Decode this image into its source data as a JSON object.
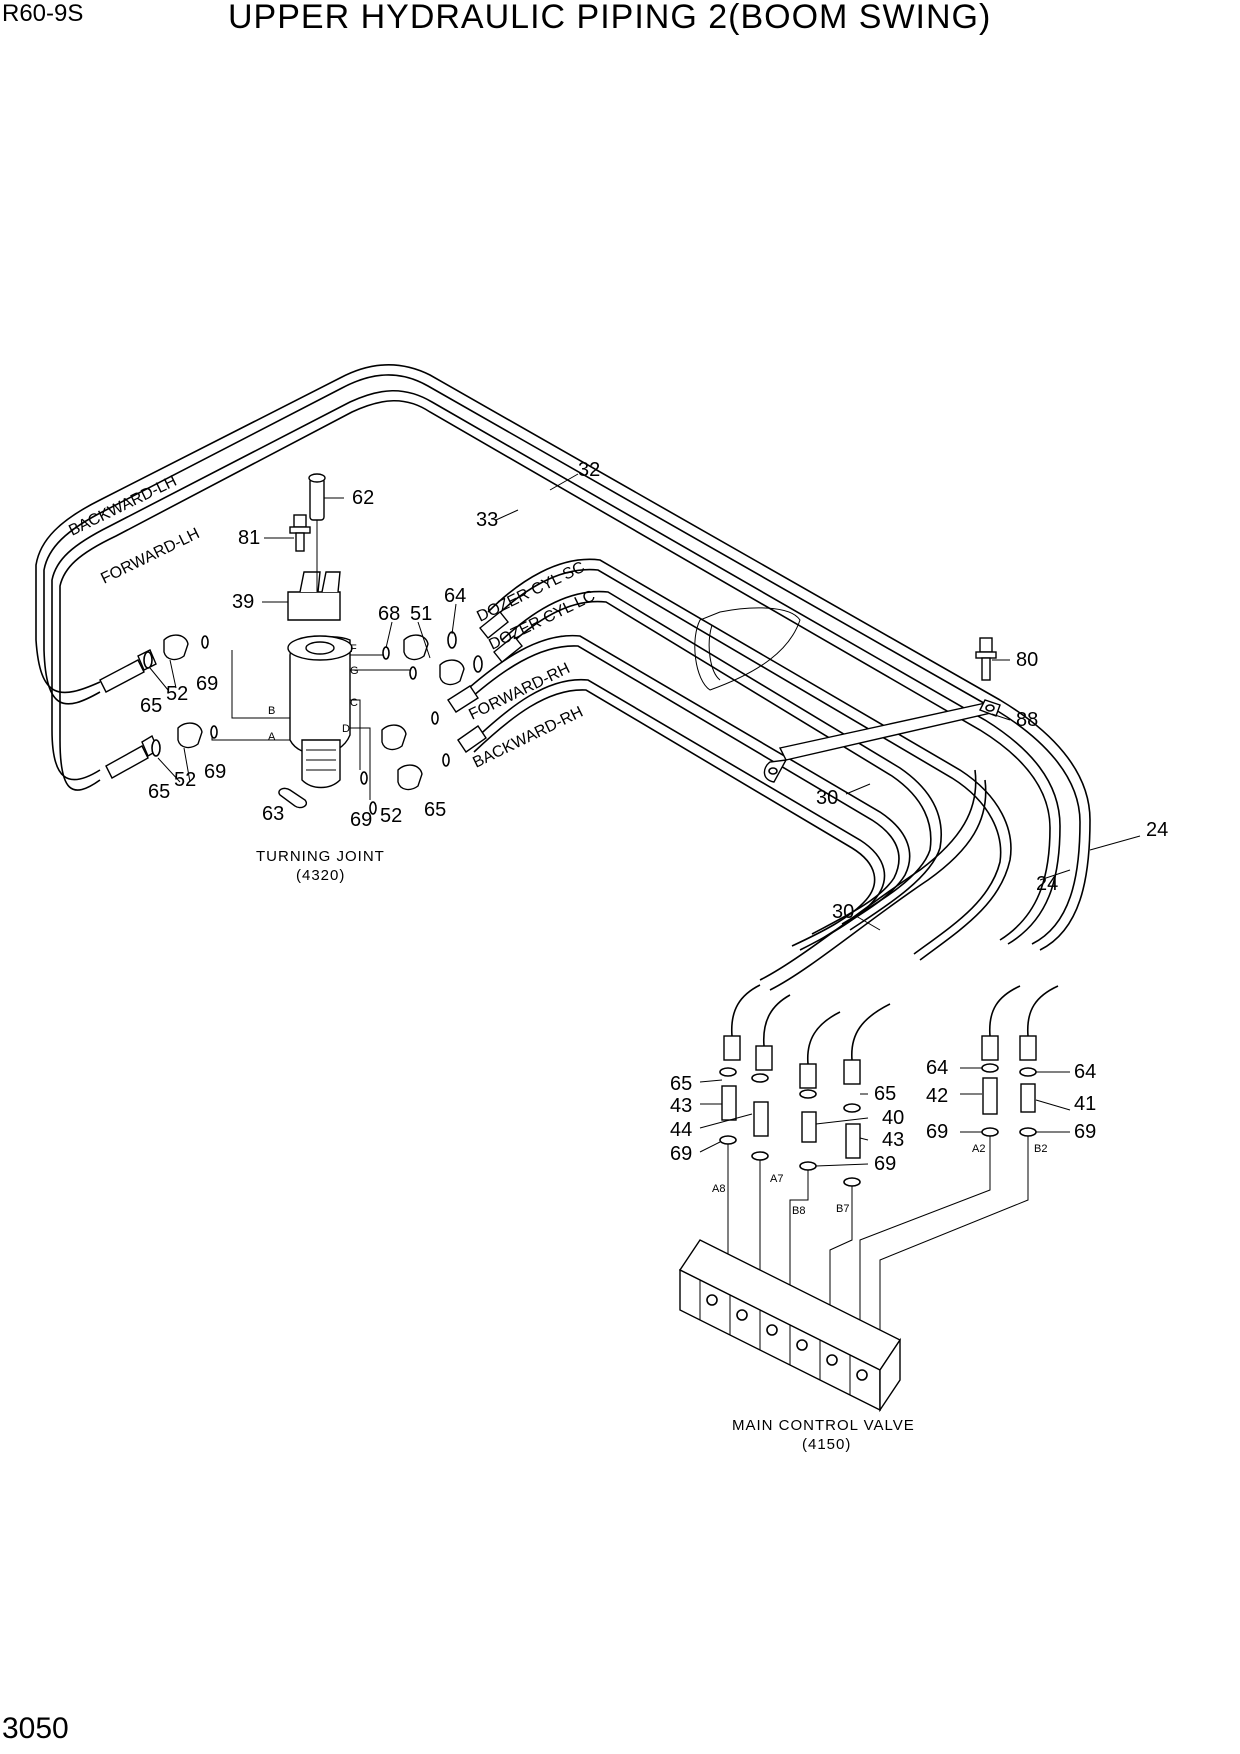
{
  "header": {
    "model": "R60-9S",
    "title": "UPPER HYDRAULIC PIPING 2(BOOM SWING)",
    "page_number": "3050"
  },
  "hose_labels": {
    "backward_lh": "BACKWARD-LH",
    "forward_lh": "FORWARD-LH",
    "dozer_cyl_sc": "DOZER CYL SC",
    "dozer_cyl_lc": "DOZER CYL LC",
    "forward_rh": "FORWARD-RH",
    "backward_rh": "BACKWARD-RH"
  },
  "captions": {
    "turning_joint": "TURNING JOINT",
    "turning_joint_ref": "(4320)",
    "main_control_valve": "MAIN CONTROL VALVE",
    "main_control_valve_ref": "(4150)"
  },
  "port_labels": [
    "F",
    "G",
    "B",
    "C",
    "A",
    "D",
    "A8",
    "A7",
    "B8",
    "B7",
    "A2",
    "B2"
  ],
  "callouts": {
    "c32": "32",
    "c33": "33",
    "c62": "62",
    "c81": "81",
    "c39": "39",
    "c68": "68",
    "c51": "51",
    "c64a": "64",
    "c65a": "65",
    "c52a": "52",
    "c69a": "69",
    "c65b": "65",
    "c52b": "52",
    "c69b": "69",
    "c63": "63",
    "c69c": "69",
    "c52c": "52",
    "c65c": "65",
    "c80": "80",
    "c88": "88",
    "c30a": "30",
    "c24a": "24",
    "c24b": "24",
    "c30b": "30",
    "c65d": "65",
    "c43a": "43",
    "c44": "44",
    "c69d": "69",
    "c65e": "65",
    "c40": "40",
    "c43b": "43",
    "c69e": "69",
    "c64b": "64",
    "c42": "42",
    "c69f": "69",
    "c64c": "64",
    "c41": "41",
    "c69g": "69"
  }
}
